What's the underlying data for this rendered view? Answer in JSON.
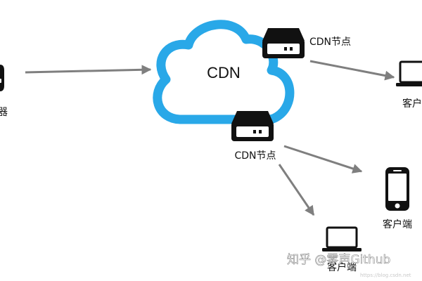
{
  "diagram": {
    "cloud_label": "CDN",
    "origin_label_partial": "器",
    "node_top_label": "CDN节点",
    "node_mid_label": "CDN节点",
    "client_right_label_partial": "客户",
    "client_phone_label": "客户端",
    "client_bottom_label": "客户端"
  },
  "watermark": {
    "text": "知乎 @零声Github",
    "small_text": "https://blog.csdn.net"
  },
  "colors": {
    "cloud_stroke": "#29a8e8",
    "arrow": "#7f7f7f",
    "icon": "#111111"
  }
}
